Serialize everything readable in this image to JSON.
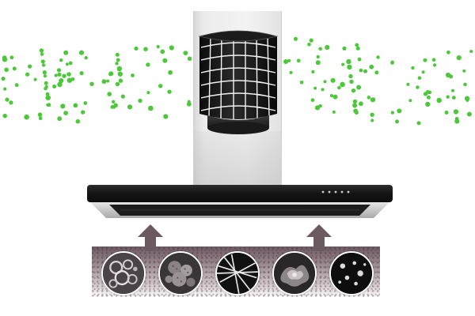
{
  "hood": {
    "panel_text": "",
    "control_buttons": 5
  },
  "filtration": {
    "stages": [
      {
        "name": "grease-particles"
      },
      {
        "name": "pollen-particles"
      },
      {
        "name": "fibers"
      },
      {
        "name": "smoke-residue"
      },
      {
        "name": "fine-particles"
      }
    ]
  },
  "colors": {
    "particles": "#4cc83a",
    "hood_glass": "#1a1a1a",
    "filter_grid": "#ffffff",
    "band_top": "#6c5a62",
    "arrow": "#6b5a5f"
  }
}
